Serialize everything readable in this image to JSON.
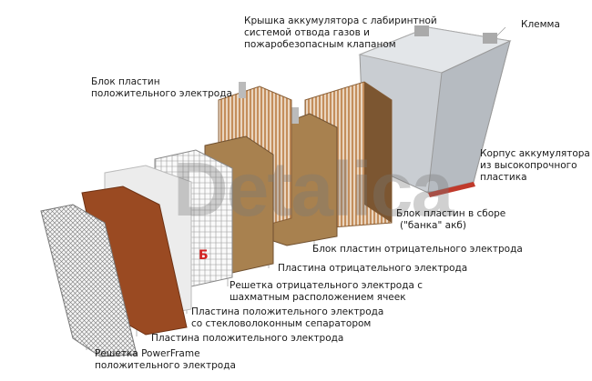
{
  "labels": {
    "lid": [
      "Крышка аккумулятора с лабиринтной",
      "системой отвода газов и",
      "пожаробезопасным клапаном"
    ],
    "terminal": "Клемма",
    "positive_block": [
      "Блок пластин",
      "положительного электрода"
    ],
    "case": [
      "Корпус аккумулятора",
      "из высокопрочного",
      "пластика"
    ],
    "assembled_block": [
      "Блок пластин в сборе",
      "(\"банка\" акб)"
    ],
    "negative_block": "Блок пластин отрицательного электрода",
    "negative_plate": "Пластина отрицательного электрода",
    "negative_grid": [
      "Решетка отрицательного электрода с",
      "шахматным расположением ячеек"
    ],
    "positive_plate_separator": [
      "Пластина положительного электрода",
      "со стекловолоконным сепаратором"
    ],
    "positive_plate": "Пластина положительного электрода",
    "powerframe_grid": [
      "Решетка PowerFrame",
      "положительного электрода"
    ]
  },
  "watermark": "Detalica",
  "colors": {
    "plate_brown": "#a8814f",
    "positive_orange": "#9a4a22",
    "case_gray": "#c9cdd2",
    "leader": "#888888"
  }
}
